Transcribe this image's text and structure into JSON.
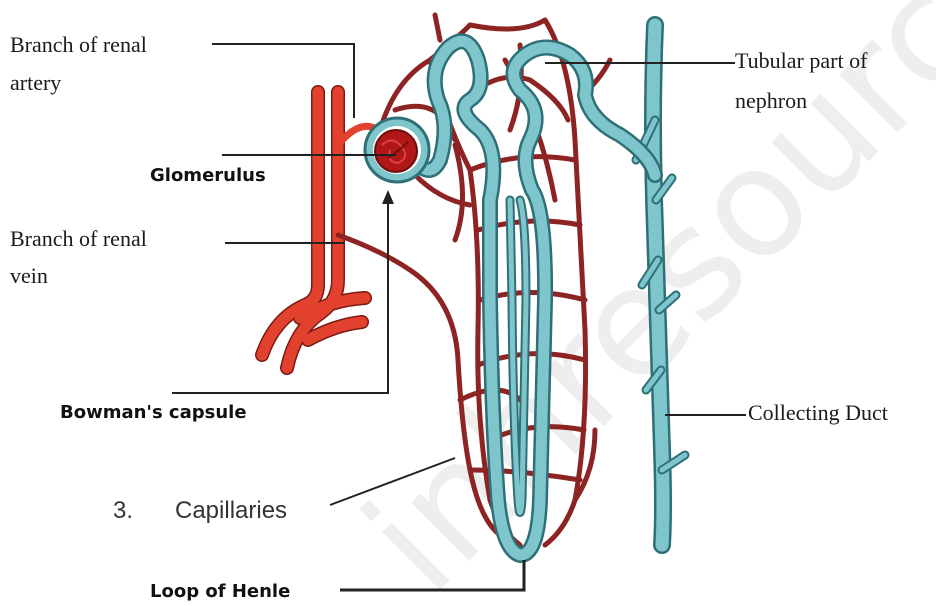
{
  "watermark": "inhresource",
  "labels": {
    "renal_artery_line1": "Branch of renal",
    "renal_artery_line2": "artery",
    "glomerulus": "Glomerulus",
    "renal_vein_line1": "Branch of renal",
    "renal_vein_line2": "vein",
    "bowmans_capsule": "Bowman's capsule",
    "capillaries_number": "3.",
    "capillaries": "Capillaries",
    "loop_of_henle": "Loop of Henle",
    "tubular_line1": "Tubular part of",
    "tubular_line2": "nephron",
    "collecting_duct": "Collecting Duct"
  },
  "colors": {
    "blood_vessel": "#e2412d",
    "capillary": "#8e2323",
    "tubule": "#7fc6cc",
    "tubule_outline": "#2e6f78",
    "glomerulus": "#b01818",
    "leader_line": "#222222"
  }
}
